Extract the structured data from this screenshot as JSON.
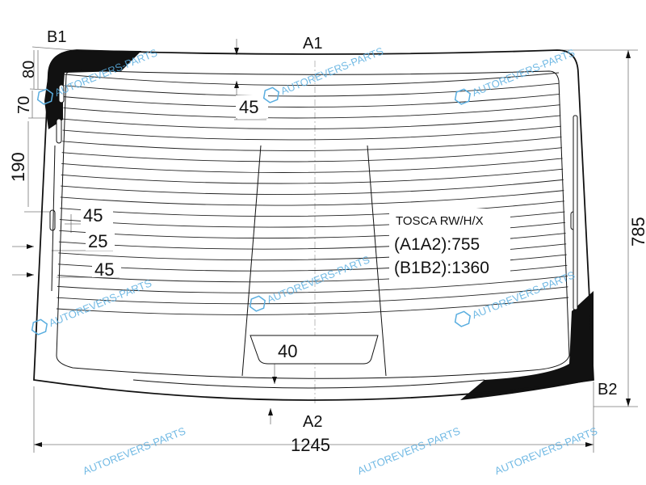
{
  "diagram": {
    "points": {
      "a1": "A1",
      "a2": "A2",
      "b1": "B1",
      "b2": "B2"
    },
    "dimensions": {
      "top_black_band": "80",
      "second_band": "70",
      "side_band": "190",
      "top_gap": "45",
      "left_gap_1": "45",
      "left_gap_2": "25",
      "left_gap_3": "45",
      "bottom_gap": "40",
      "height": "785",
      "width": "1245"
    },
    "info": {
      "model": "TOSCA RW/H/X",
      "a1a2": "(A1A2):755",
      "b1b2": "(B1B2):1360"
    },
    "heater_line_count": 22,
    "colors": {
      "line": "#111111",
      "watermark": "#5aaee0",
      "frit": "#111111"
    }
  },
  "watermark": {
    "text": "AUTOREVERS-PARTS",
    "logo": "AR"
  }
}
